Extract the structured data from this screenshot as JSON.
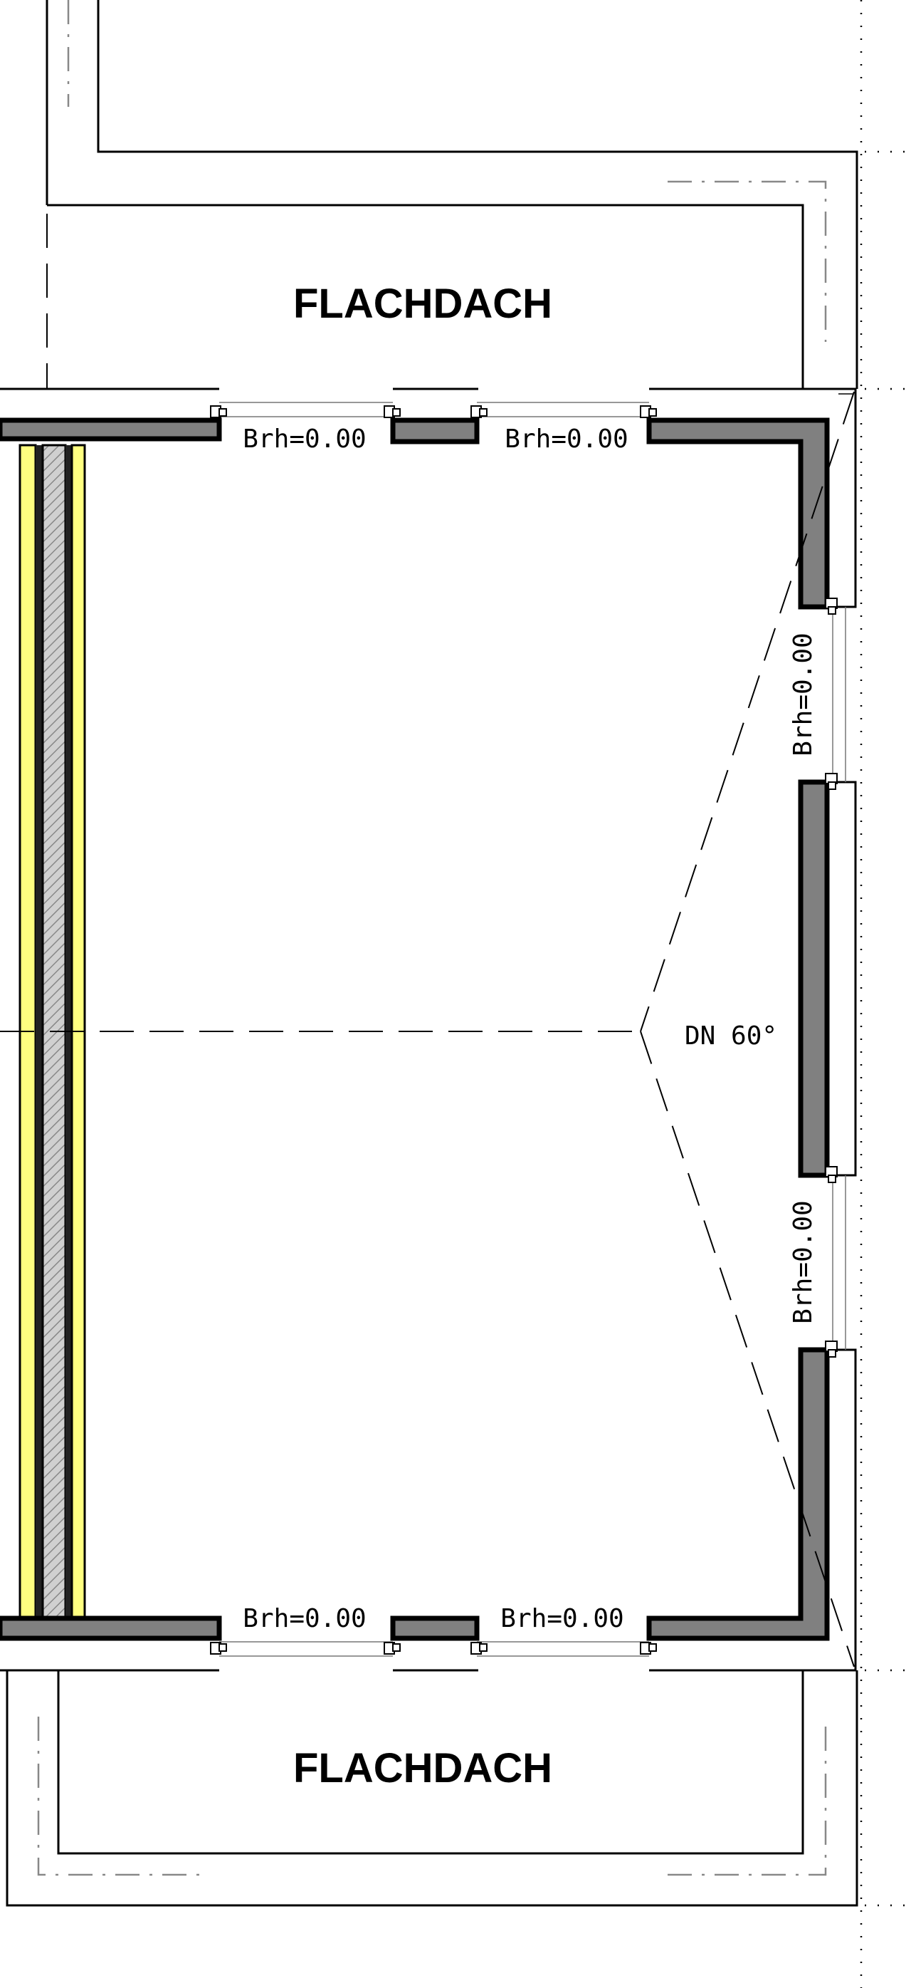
{
  "labels": {
    "roof_top": "FLACHDACH",
    "roof_bottom": "FLACHDACH",
    "roof_pitch": "DN  60°"
  },
  "windows": {
    "top_left": "Brh=0.00",
    "top_right": "Brh=0.00",
    "right_upper": "Brh=0.00",
    "right_lower": "Brh=0.00",
    "bottom_left": "Brh=0.00",
    "bottom_right": "Brh=0.00"
  },
  "colors": {
    "wall_fill": "#808080",
    "insulation_yellow": "#ffff80",
    "hatch_gray": "#b0b0b0"
  }
}
